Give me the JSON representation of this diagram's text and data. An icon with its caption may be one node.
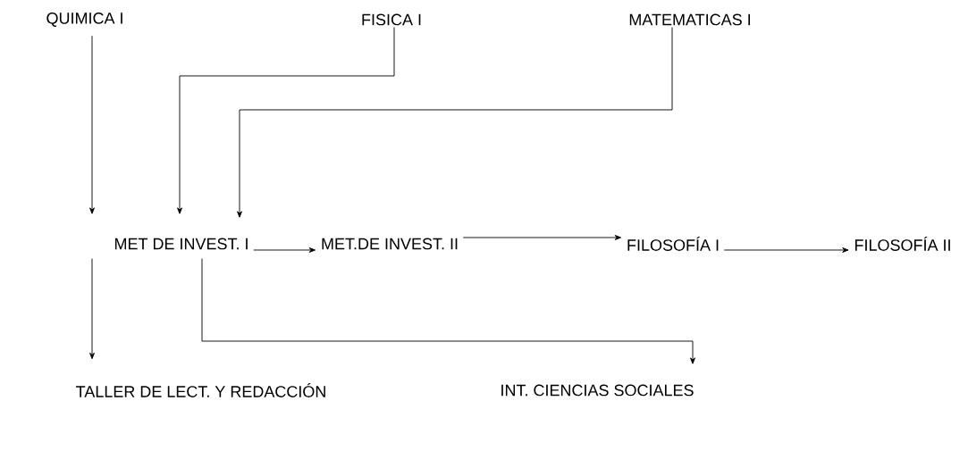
{
  "diagram": {
    "nodes": [
      {
        "text": [
          "QUIMICA I"
        ]
      },
      {
        "text": [
          "FISICA I"
        ]
      },
      {
        "text": [
          "MATEMATICAS I"
        ]
      },
      {
        "text": [
          "MET DE INVEST. I"
        ]
      },
      {
        "text": [
          "MET.DE INVEST. II"
        ]
      },
      {
        "text": [
          "FILOSOFÍA I"
        ]
      },
      {
        "text": [
          "FILOSOFÍA II"
        ]
      },
      {
        "text": [
          "TALLER DE LECT. Y REDACCIÓN"
        ]
      },
      {
        "text": [
          "INT. CIENCIAS SOCIALES"
        ]
      }
    ],
    "edges": [
      {
        "from": 0,
        "to": 3,
        "arrow": "to"
      },
      {
        "from": 1,
        "to": 3,
        "arrow": "to"
      },
      {
        "from": 2,
        "to": 3,
        "arrow": "to"
      },
      {
        "from": 3,
        "to": 4,
        "arrow": "to"
      },
      {
        "from": 4,
        "to": 5,
        "arrow": "to"
      },
      {
        "from": 5,
        "to": 6,
        "arrow": "to"
      },
      {
        "from": 3,
        "to": 7,
        "arrow": "to"
      },
      {
        "from": 3,
        "to": 8,
        "arrow": "to"
      }
    ]
  }
}
